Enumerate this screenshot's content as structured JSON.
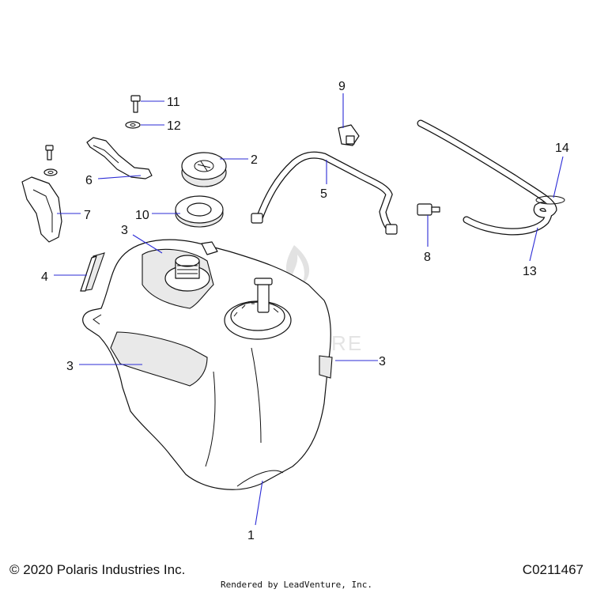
{
  "footer": {
    "copyright": "© 2020 Polaris Industries Inc.",
    "drawing_id": "C0211467",
    "rendered_by": "Rendered by LeadVenture, Inc."
  },
  "watermark": {
    "text": "LEADVENTURE"
  },
  "callouts": {
    "c1": "1",
    "c2": "2",
    "c3a": "3",
    "c3b": "3",
    "c3c": "3",
    "c4": "4",
    "c5": "5",
    "c6": "6",
    "c7": "7",
    "c8": "8",
    "c9": "9",
    "c10": "10",
    "c11": "11",
    "c12": "12",
    "c13": "13",
    "c14": "14"
  },
  "colors": {
    "leader_line": "#2b2bd6",
    "outline": "#111111",
    "background": "#ffffff"
  }
}
